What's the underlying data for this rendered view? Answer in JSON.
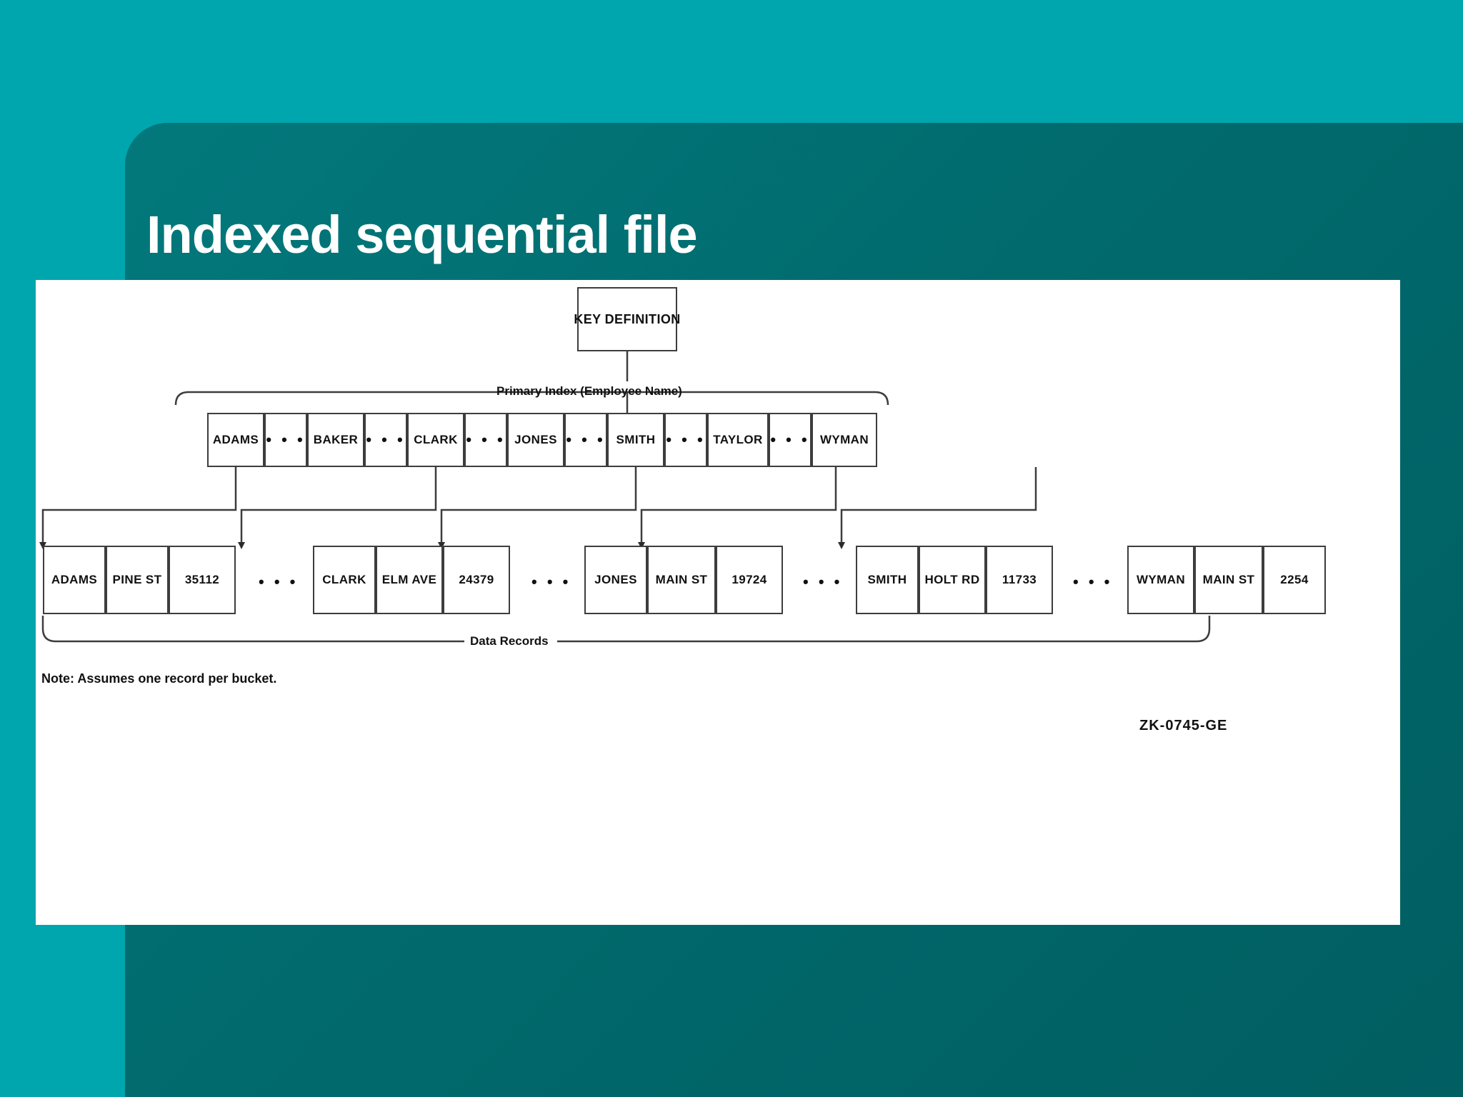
{
  "slide": {
    "title": "Indexed sequential file",
    "accent_light": "#00A6AD",
    "accent_dark": "#016a6d",
    "canvas_bg": "#ffffff"
  },
  "figure": {
    "key_definition_label": "KEY DEFINITION",
    "primary_index_label": "Primary Index (Employee Name)",
    "data_records_label": "Data Records",
    "note": "Note:  Assumes one record per bucket.",
    "reference_code": "ZK-0745-GE",
    "ellipsis": "• • •",
    "index_cells": [
      {
        "type": "key",
        "text": "ADAMS"
      },
      {
        "type": "gap",
        "text": "• • •"
      },
      {
        "type": "key",
        "text": "BAKER"
      },
      {
        "type": "gap",
        "text": "• • •"
      },
      {
        "type": "key",
        "text": "CLARK"
      },
      {
        "type": "gap",
        "text": "• • •"
      },
      {
        "type": "key",
        "text": "JONES"
      },
      {
        "type": "gap",
        "text": "• • •"
      },
      {
        "type": "key",
        "text": "SMITH"
      },
      {
        "type": "gap",
        "text": "• • •"
      },
      {
        "type": "key",
        "text": "TAYLOR"
      },
      {
        "type": "gap",
        "text": "• • •"
      },
      {
        "type": "key",
        "text": "WYMAN"
      }
    ],
    "data_records": [
      {
        "name": "ADAMS",
        "street": "PINE ST",
        "number": "35112"
      },
      {
        "name": "CLARK",
        "street": "ELM AVE",
        "number": "24379"
      },
      {
        "name": "JONES",
        "street": "MAIN ST",
        "number": "19724"
      },
      {
        "name": "SMITH",
        "street": "HOLT RD",
        "number": "11733"
      },
      {
        "name": "WYMAN",
        "street": "MAIN ST",
        "number": "2254"
      }
    ],
    "record_separators": [
      "• • •",
      "• • •",
      "• • •",
      "• • •"
    ]
  }
}
